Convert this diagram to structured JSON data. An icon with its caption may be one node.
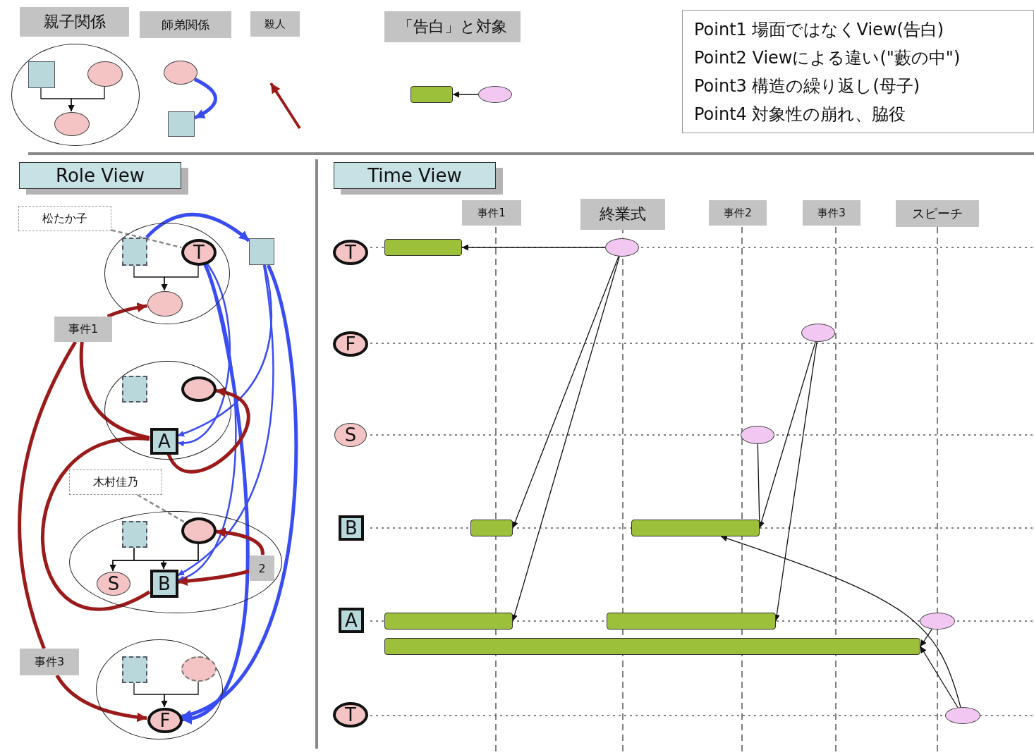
{
  "diagram": {
    "nodes": [
      {
        "text": [
          "親子関係"
        ]
      },
      {
        "text": [
          "師弟関係"
        ]
      },
      {
        "text": [
          "殺人"
        ]
      },
      {
        "text": [
          "「告白」と対象"
        ]
      },
      {
        "text": [
          "Point1 場面ではなくView(告白)",
          "Point2 Viewによる違い(\"藪の中\")",
          "Point3 構造の繰り返し(母子)",
          "Point4 対象性の崩れ、脇役"
        ]
      },
      {
        "text": [],
        "shape": "circle"
      },
      {
        "text": [],
        "shape": "box",
        "in": 5
      },
      {
        "text": [],
        "shape": "circle",
        "in": 5
      },
      {
        "text": [],
        "shape": "circle",
        "in": 5
      },
      {
        "text": [],
        "shape": "circle"
      },
      {
        "text": [],
        "shape": "box"
      },
      {
        "text": [],
        "shape": "bar"
      },
      {
        "text": [],
        "shape": "circle"
      },
      {
        "text": [
          "Role View"
        ]
      },
      {
        "text": [
          "Time View"
        ]
      },
      {
        "text": [
          "松たか子"
        ]
      },
      {
        "text": [],
        "shape": "circle"
      },
      {
        "text": [],
        "shape": "box",
        "in": 16
      },
      {
        "text": [
          "T"
        ],
        "in": 16
      },
      {
        "text": [],
        "shape": "circle",
        "in": 16
      },
      {
        "text": [],
        "shape": "box"
      },
      {
        "text": [
          "事件1"
        ]
      },
      {
        "text": [],
        "shape": "circle"
      },
      {
        "text": [],
        "shape": "box",
        "in": 22
      },
      {
        "text": [],
        "shape": "circle",
        "in": 22
      },
      {
        "text": [
          "A"
        ],
        "in": 22
      },
      {
        "text": [
          "木村佳乃"
        ]
      },
      {
        "text": [],
        "shape": "circle"
      },
      {
        "text": [],
        "shape": "box",
        "in": 27
      },
      {
        "text": [],
        "shape": "circle",
        "in": 27
      },
      {
        "text": [
          "S"
        ],
        "in": 27
      },
      {
        "text": [
          "B"
        ],
        "in": 27
      },
      {
        "text": [
          "2"
        ],
        "in": 27
      },
      {
        "text": [
          "事件3"
        ]
      },
      {
        "text": [],
        "shape": "circle"
      },
      {
        "text": [],
        "shape": "box",
        "in": 34
      },
      {
        "text": [],
        "shape": "circle",
        "in": 34
      },
      {
        "text": [
          "F"
        ],
        "in": 34
      },
      {
        "text": [
          "事件1"
        ]
      },
      {
        "text": [
          "終業式"
        ]
      },
      {
        "text": [
          "事件2"
        ]
      },
      {
        "text": [
          "事件3"
        ]
      },
      {
        "text": [
          "スピーチ"
        ]
      },
      {
        "text": [
          "T"
        ]
      },
      {
        "text": [
          "F"
        ]
      },
      {
        "text": [
          "S"
        ]
      },
      {
        "text": [
          "B"
        ]
      },
      {
        "text": [
          "A"
        ]
      },
      {
        "text": [
          "T"
        ]
      },
      {
        "text": [],
        "shape": "bar"
      },
      {
        "text": [],
        "shape": "circle"
      },
      {
        "text": [],
        "shape": "circle"
      },
      {
        "text": [],
        "shape": "circle"
      },
      {
        "text": [],
        "shape": "bar"
      },
      {
        "text": [],
        "shape": "bar"
      },
      {
        "text": [],
        "shape": "bar"
      },
      {
        "text": [],
        "shape": "bar"
      },
      {
        "text": [],
        "shape": "circle"
      },
      {
        "text": [],
        "shape": "bar"
      },
      {
        "text": [],
        "shape": "circle"
      }
    ],
    "edges": [
      {
        "from": 6,
        "to": 8,
        "arrow": "to"
      },
      {
        "from": 7,
        "to": 8,
        "arrow": "to"
      },
      {
        "from": 9,
        "to": 10,
        "arrow": "to",
        "style": "thick",
        "color": "#3a4df2"
      },
      {
        "from": 12,
        "to": 11,
        "arrow": "to"
      },
      {
        "from": 15,
        "to": 18,
        "arrow": "none",
        "style": "dashed",
        "color": "#888888"
      },
      {
        "from": 17,
        "to": 19,
        "arrow": "to"
      },
      {
        "from": 18,
        "to": 19,
        "arrow": "to"
      },
      {
        "from": 17,
        "to": 20,
        "arrow": "to",
        "style": "thick",
        "color": "#3a4df2"
      },
      {
        "from": 18,
        "to": 25,
        "arrow": "to",
        "color": "#3a4df2"
      },
      {
        "from": 18,
        "to": 31,
        "arrow": "to",
        "color": "#3a4df2"
      },
      {
        "from": 18,
        "to": 37,
        "arrow": "to",
        "style": "thick",
        "color": "#3a4df2"
      },
      {
        "from": 20,
        "to": 25,
        "arrow": "to",
        "color": "#3a4df2"
      },
      {
        "from": 20,
        "to": 31,
        "arrow": "to",
        "color": "#3a4df2"
      },
      {
        "from": 20,
        "to": 37,
        "arrow": "to",
        "style": "thick",
        "color": "#3a4df2"
      },
      {
        "from": 21,
        "to": 19,
        "arrow": "to",
        "style": "thick",
        "color": "#9b1b1b"
      },
      {
        "from": 21,
        "to": 25,
        "arrow": "none",
        "style": "thick",
        "color": "#9b1b1b"
      },
      {
        "from": 21,
        "to": 33,
        "arrow": "none",
        "style": "thick",
        "color": "#9b1b1b"
      },
      {
        "from": 25,
        "to": 31,
        "arrow": "none",
        "style": "thick",
        "color": "#9b1b1b"
      },
      {
        "from": 25,
        "to": 24,
        "arrow": "to",
        "style": "thick",
        "color": "#9b1b1b"
      },
      {
        "from": 26,
        "to": 29,
        "arrow": "none",
        "style": "dashed",
        "color": "#888888"
      },
      {
        "from": 28,
        "to": 30,
        "arrow": "to"
      },
      {
        "from": 28,
        "to": 31,
        "arrow": "to"
      },
      {
        "from": 29,
        "to": 30,
        "arrow": "to"
      },
      {
        "from": 29,
        "to": 31,
        "arrow": "to"
      },
      {
        "from": 32,
        "to": 29,
        "arrow": "to",
        "style": "thick",
        "color": "#9b1b1b"
      },
      {
        "from": 32,
        "to": 31,
        "arrow": "to",
        "style": "thick",
        "color": "#9b1b1b"
      },
      {
        "from": 33,
        "to": 37,
        "arrow": "to",
        "style": "thick",
        "color": "#9b1b1b"
      },
      {
        "from": 35,
        "to": 37,
        "arrow": "to"
      },
      {
        "from": 36,
        "to": 37,
        "arrow": "to"
      },
      {
        "from": 50,
        "to": 49,
        "arrow": "to"
      },
      {
        "from": 50,
        "to": 53,
        "arrow": "to"
      },
      {
        "from": 50,
        "to": 55,
        "arrow": "to"
      },
      {
        "from": 51,
        "to": 54,
        "arrow": "to"
      },
      {
        "from": 51,
        "to": 56,
        "arrow": "to"
      },
      {
        "from": 52,
        "to": 54,
        "arrow": "to"
      },
      {
        "from": 57,
        "to": 58,
        "arrow": "to"
      },
      {
        "from": 59,
        "to": 58,
        "arrow": "to"
      },
      {
        "from": 59,
        "to": 54,
        "arrow": "to"
      }
    ]
  }
}
